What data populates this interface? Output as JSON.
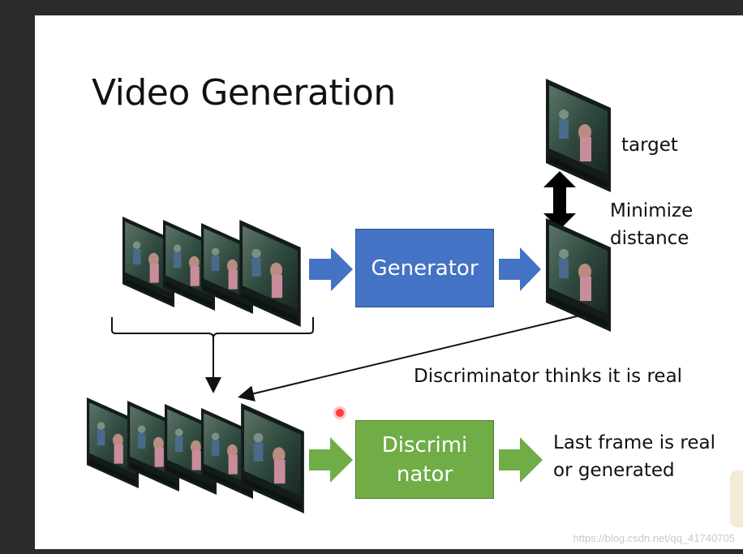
{
  "slide": {
    "title": "Video Generation",
    "target_label": "target",
    "minimize_line1": "Minimize",
    "minimize_line2": "distance",
    "generator_label": "Generator",
    "discriminator_line1": "Discrimi",
    "discriminator_line2": "nator",
    "disc_thinks_label": "Discriminator thinks it is real",
    "output_line1": "Last frame is real",
    "output_line2": "or generated",
    "watermark": "https://blog.csdn.net/qq_41740705"
  },
  "colors": {
    "generator": "#4472c4",
    "discriminator": "#70ad47",
    "frame_dark": "#1f2a2a",
    "frame_scene": "#3e5a4c"
  },
  "icons": [
    "double-arrow-icon",
    "block-arrow-icon",
    "video-frame-icon",
    "cursor-pointer-icon"
  ]
}
